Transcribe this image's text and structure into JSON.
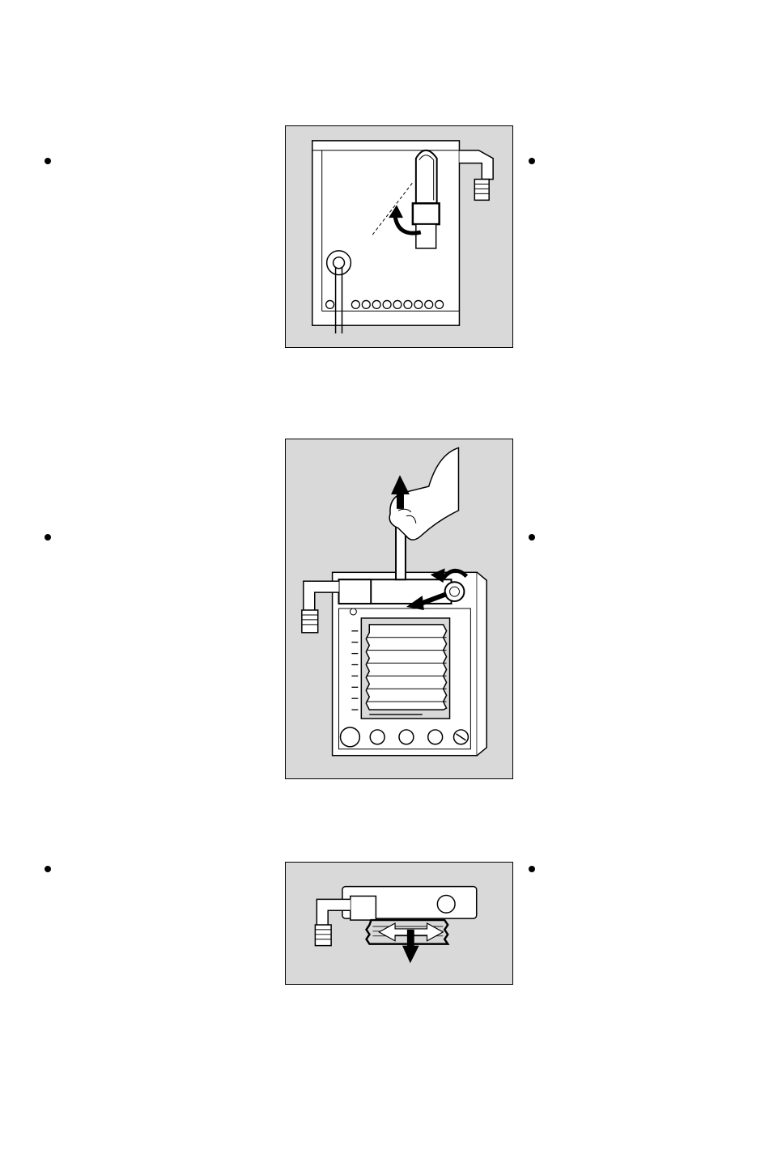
{
  "page": {
    "background": "#ffffff",
    "figure_background": "#d9d9d9",
    "line_color": "#000000"
  },
  "figures": [
    {
      "name": "figure-tube-swing-up",
      "icons": [
        "curved-arrow-icon"
      ]
    },
    {
      "name": "figure-tube-pull-out",
      "icons": [
        "up-arrow-icon",
        "rotate-arrow-icon",
        "pull-arrow-icon",
        "hand-icon"
      ]
    },
    {
      "name": "figure-bellows-remove",
      "icons": [
        "double-arrow-icon",
        "down-arrow-icon"
      ]
    }
  ]
}
